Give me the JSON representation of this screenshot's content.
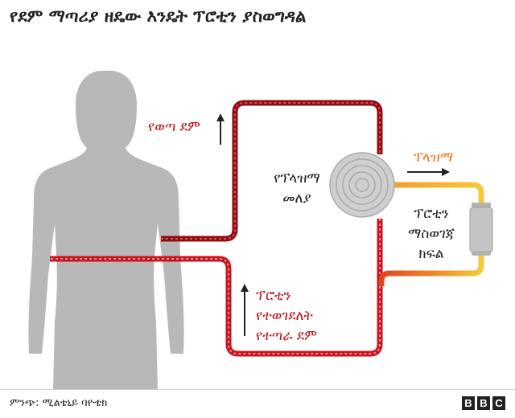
{
  "title": "የደም ማጣሪያ ዘዴው እንዴት ፕሮቲን ያስወግዳል",
  "labels": {
    "blood_out": "የወጣ ደም",
    "separator_line1": "የፕላዝማ",
    "separator_line2": "መለያ",
    "plasma": "ፕላዝማ",
    "removal_line1": "ፕሮቲን",
    "removal_line2": "ማስወገጃ",
    "removal_line3": "ክፍል",
    "return_line1": "ፕሮቲን",
    "return_line2": "የተወገደለት",
    "return_line3": "የተጣራ ደም"
  },
  "source": "ምንጭ: ሚልቴኒይ ባዮቴክ",
  "brand": [
    "B",
    "B",
    "C"
  ],
  "colors": {
    "blood": "#c8141f",
    "blood_dark": "#8e0d14",
    "plasma_orange": "#f0a020",
    "plasma_yellow": "#f6c93a",
    "silhouette": "#b8b8b8",
    "device": "#c4c4c4"
  },
  "icons": [
    "arrow-up-icon",
    "arrow-right-icon",
    "bbc-logo-icon"
  ]
}
